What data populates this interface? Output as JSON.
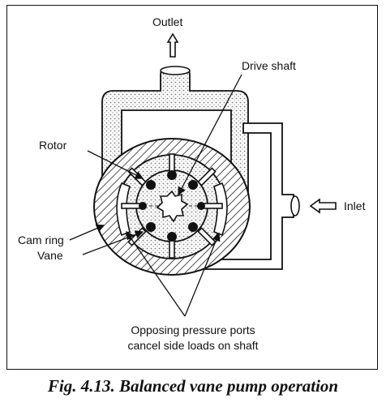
{
  "labels": {
    "outlet": "Outlet",
    "drive_shaft": "Drive shaft",
    "rotor": "Rotor",
    "inlet": "Inlet",
    "cam_ring": "Cam ring",
    "vane": "Vane",
    "ports_line1": "Opposing pressure ports",
    "ports_line2": "cancel side loads on shaft"
  },
  "caption": "Fig. 4.13. Balanced vane pump operation"
}
